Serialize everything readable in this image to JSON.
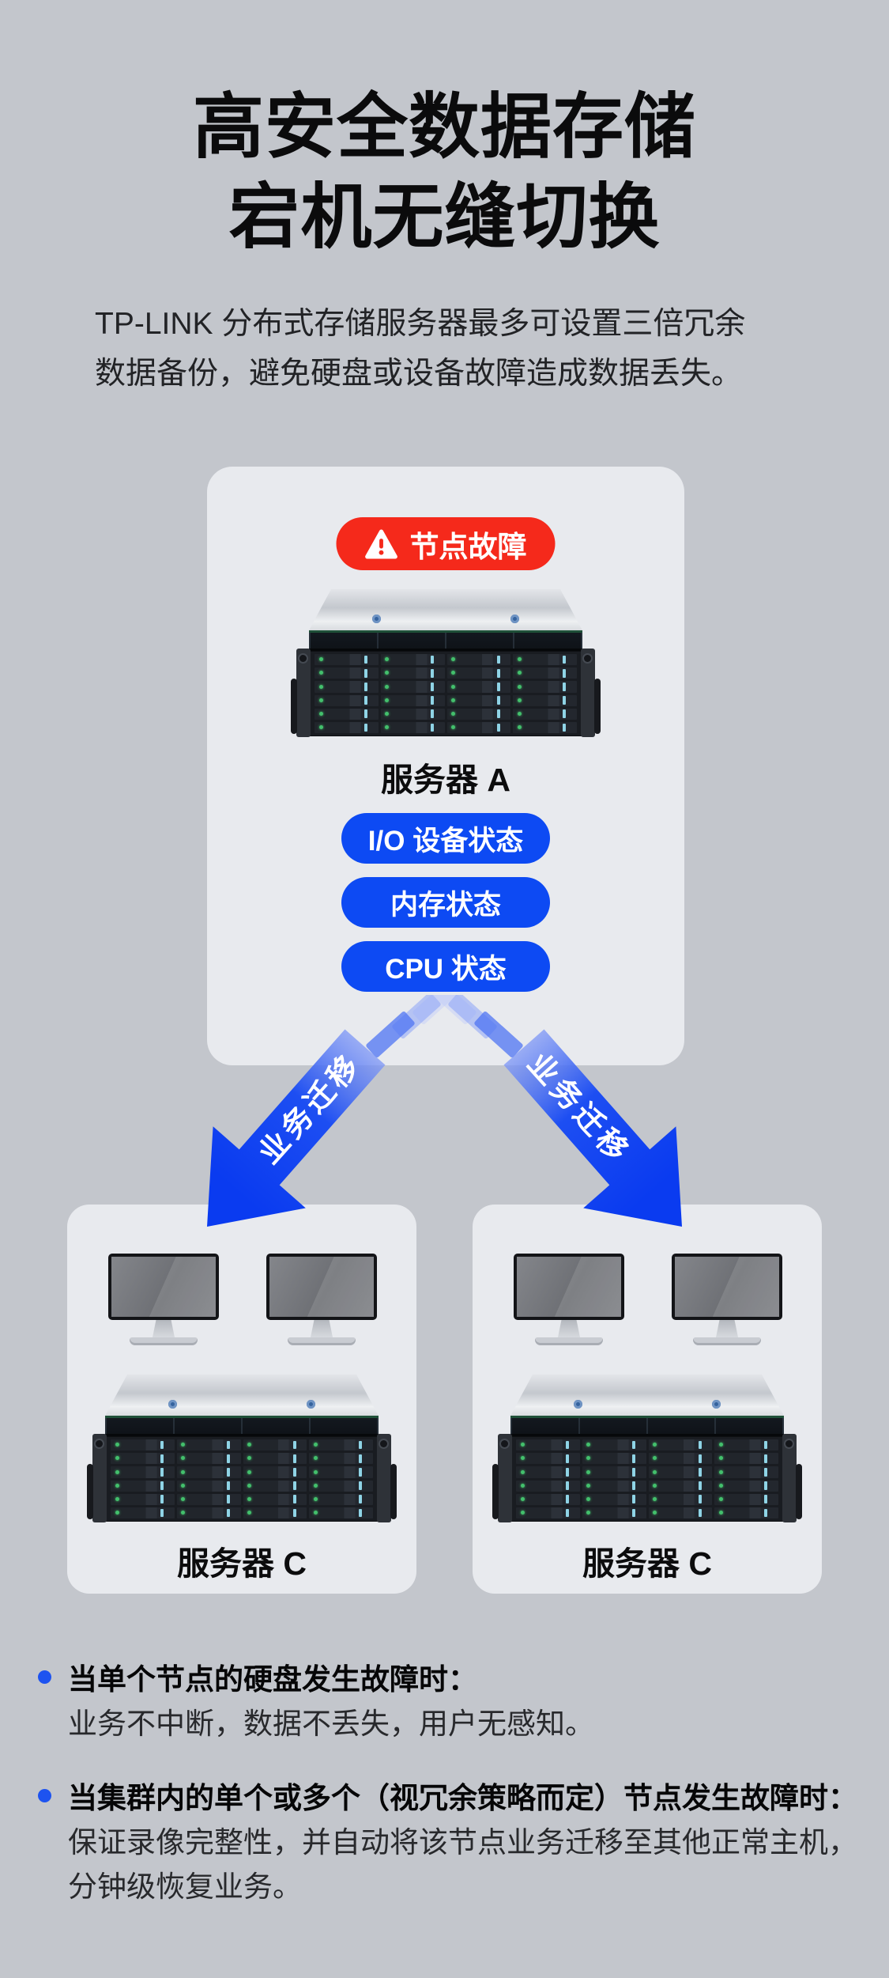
{
  "header": {
    "title_line1": "高安全数据存储",
    "title_line2": "宕机无缝切换",
    "subtitle_line1": "TP-LINK 分布式存储服务器最多可设置三倍冗余",
    "subtitle_line2": "数据备份，避免硬盘或设备故障造成数据丢失。"
  },
  "diagram": {
    "fault_badge_label": "节点故障",
    "server_a_label": "服务器 A",
    "status_pills": [
      {
        "label": "I/O 设备状态"
      },
      {
        "label": "内存状态"
      },
      {
        "label": "CPU 状态"
      }
    ],
    "migration_label_left": "业务迁移",
    "migration_label_right": "业务迁移",
    "server_left_label": "服务器 C",
    "server_right_label": "服务器 C"
  },
  "notes": [
    {
      "heading": "当单个节点的硬盘发生故障时：",
      "line1": "业务不中断，数据不丢失，用户无感知。"
    },
    {
      "heading": "当集群内的单个或多个（视冗余策略而定）节点发生故障时：",
      "line1": "保证录像完整性，并自动将该节点业务迁移至其他正常主机，",
      "line2": "分钟级恢复业务。"
    }
  ],
  "colors": {
    "background": "#c3c6cc",
    "card": "#e8eaee",
    "alert_red": "#f5291b",
    "primary_blue": "#0d4af3",
    "arrow_blue": "#0a3bf0",
    "bullet_blue": "#1d53f0"
  },
  "icons": {
    "badge_icon": "warning-triangle-icon"
  }
}
